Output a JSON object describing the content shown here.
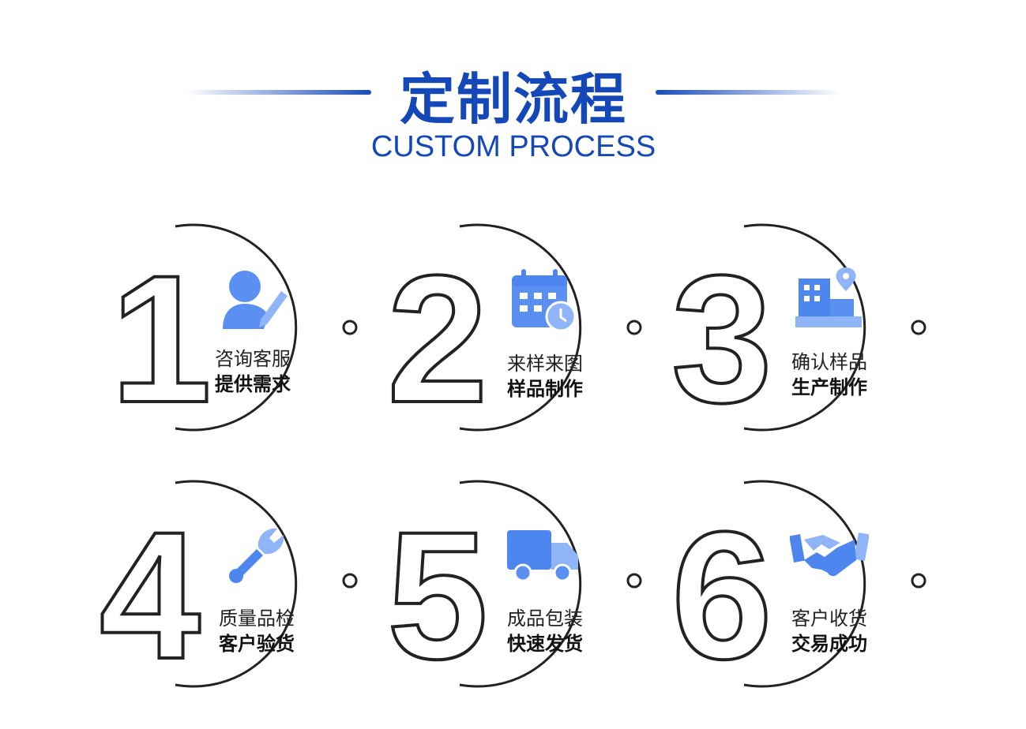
{
  "header": {
    "title": "定制流程",
    "subtitle": "CUSTOM PROCESS"
  },
  "colors": {
    "brand_blue": "#1447b8",
    "icon_blue": "#4e86f0",
    "icon_light": "#8fb4f7",
    "ring": "#222222"
  },
  "steps": [
    {
      "number": "1",
      "icon": "customer-service-user-icon",
      "line1": "咨询客服",
      "line2": "提供需求"
    },
    {
      "number": "2",
      "icon": "calendar-icon",
      "line1": "来样来图",
      "line2": "样品制作"
    },
    {
      "number": "3",
      "icon": "factory-location-icon",
      "line1": "确认样品",
      "line2": "生产制作"
    },
    {
      "number": "4",
      "icon": "wrench-icon",
      "line1": "质量品检",
      "line2": "客户验货"
    },
    {
      "number": "5",
      "icon": "delivery-truck-icon",
      "line1": "成品包装",
      "line2": "快速发货"
    },
    {
      "number": "6",
      "icon": "handshake-icon",
      "line1": "客户收货",
      "line2": "交易成功"
    }
  ]
}
